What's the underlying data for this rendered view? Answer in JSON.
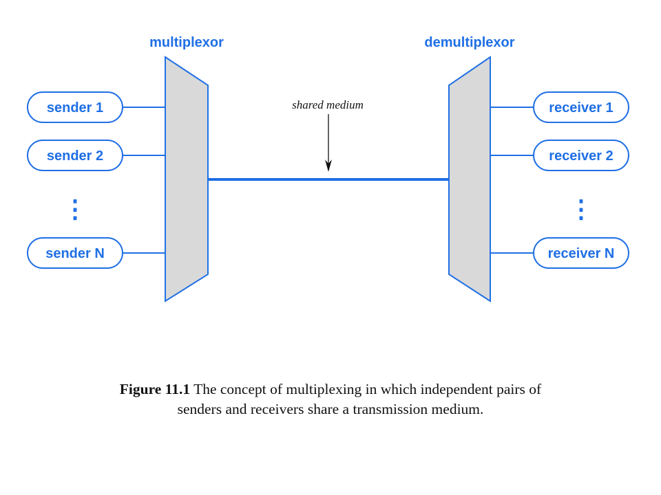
{
  "multiplexor": {
    "label": "multiplexor",
    "senders": [
      "sender 1",
      "sender 2",
      "sender N"
    ]
  },
  "demultiplexor": {
    "label": "demultiplexor",
    "receivers": [
      "receiver 1",
      "receiver 2",
      "receiver N"
    ]
  },
  "medium": {
    "label": "shared medium"
  },
  "ellipsis": "⋮",
  "caption": {
    "figure_number": "Figure 11.1",
    "line1": "The concept of multiplexing in which independent pairs of",
    "line2": "senders and receivers share a transmission medium."
  },
  "colors": {
    "blue": "#1f6fe5",
    "box_fill": "#d9d9d9",
    "line_dark": "#111111"
  }
}
